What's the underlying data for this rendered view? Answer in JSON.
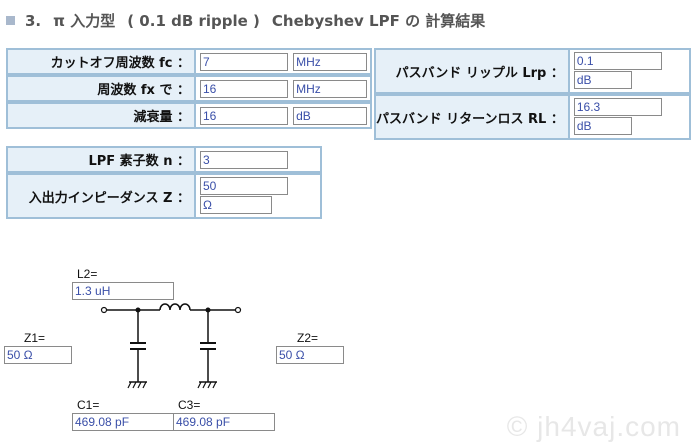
{
  "heading": {
    "number": "3.",
    "title_pi": "π 入力型",
    "title_ripple": "( 0.1 dB ripple )",
    "title_rest": "Chebyshev LPF の 計算結果"
  },
  "params_left": [
    {
      "label": "カットオフ周波数 fc ：",
      "value": "7",
      "unit": "MHz"
    },
    {
      "label": "周波数 fx で ：",
      "value": "16",
      "unit": "MHz"
    },
    {
      "label": "減衰量 ：",
      "value": "16",
      "unit": "dB"
    }
  ],
  "params_right": [
    {
      "label": "パスバンド リップル Lrp ：",
      "value": "0.1",
      "unit": "dB"
    },
    {
      "label": "パスバンド リターンロス RL ：",
      "value": "16.3",
      "unit": "dB"
    }
  ],
  "params_mid": [
    {
      "label": "LPF 素子数 n ：",
      "value": "3"
    },
    {
      "label": "入出力インピーダンス Z ：",
      "value": "50",
      "unit": "Ω"
    }
  ],
  "circuit": {
    "l2_label": "L2=",
    "l2_value": "1.3 uH",
    "z1_label": "Z1=",
    "z1_value": "50 Ω",
    "z2_label": "Z2=",
    "z2_value": "50 Ω",
    "c1_label": "C1=",
    "c1_value": "469.08 pF",
    "c3_label": "C3=",
    "c3_value": "469.08 pF"
  },
  "watermark": "© jh4vaj.com",
  "colors": {
    "label_bg": "#e6f0f8",
    "border": "#9fbfd8",
    "value_text": "#3a4fa8"
  }
}
